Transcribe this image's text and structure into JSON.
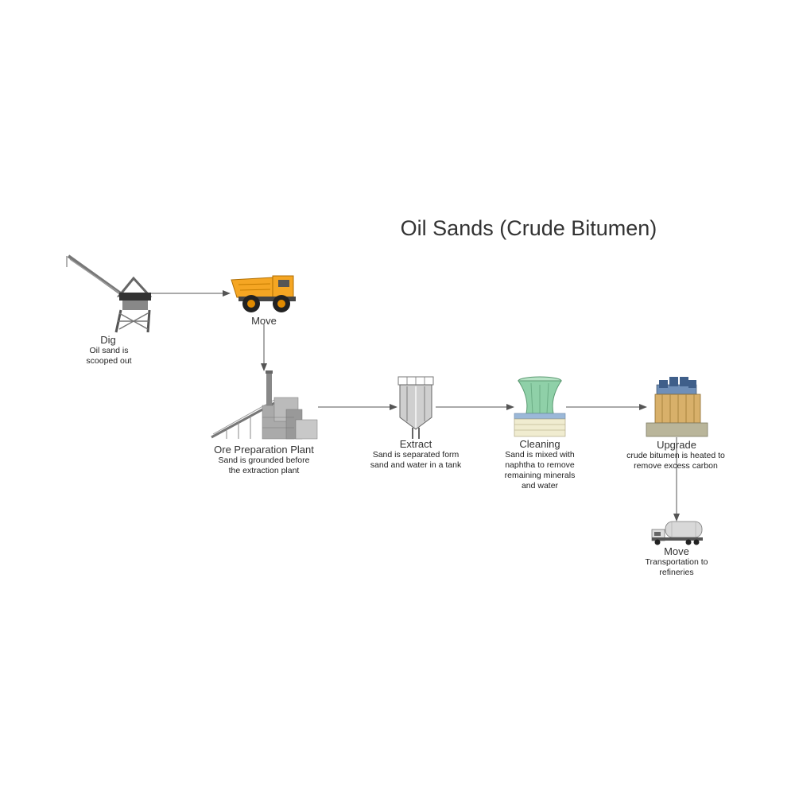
{
  "title": "Oil Sands (Crude Bitumen)",
  "steps": [
    {
      "label": "Dig",
      "description": "Oil sand is\nscooped out",
      "icon": "crane-icon"
    },
    {
      "label": "Move",
      "description": "",
      "icon": "dump-truck-icon"
    },
    {
      "label": "Ore Preparation Plant",
      "description": "Sand is grounded before\nthe extraction plant",
      "icon": "factory-icon"
    },
    {
      "label": "Extract",
      "description": "Sand is separated form\nsand and water in a tank",
      "icon": "silo-tank-icon"
    },
    {
      "label": "Cleaning",
      "description": "Sand is mixed with\nnaphtha to remove\nremaining minerals\nand water",
      "icon": "cooling-tower-icon"
    },
    {
      "label": "Upgrade",
      "description": "crude bitumen is heated to\nremove excess carbon",
      "icon": "upgrader-plant-icon"
    },
    {
      "label": "Move",
      "description": "Transportation to\nrefineries",
      "icon": "tanker-truck-icon"
    }
  ],
  "colors": {
    "arrow": "#555555",
    "truck_body": "#f5a623",
    "tower": "#8fd0a8"
  }
}
